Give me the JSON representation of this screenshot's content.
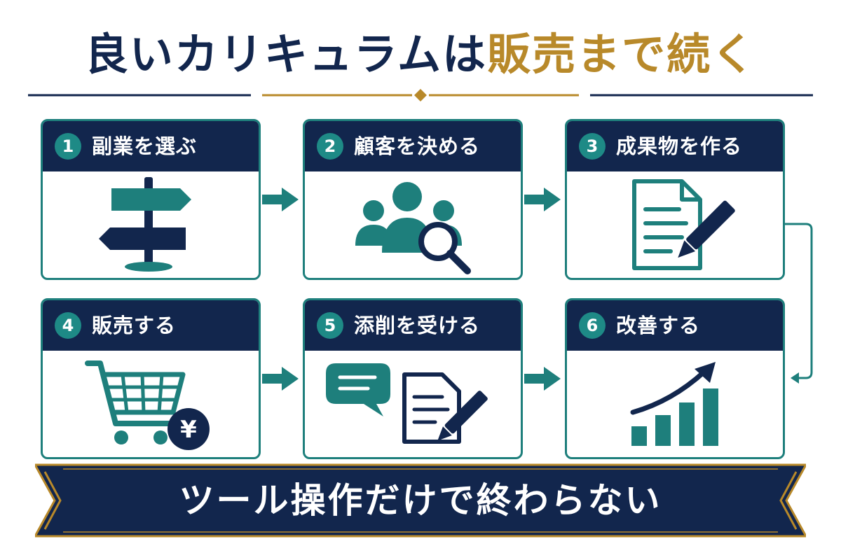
{
  "title": {
    "part1": "良いカリキュラムは",
    "part2": "販売まで続く"
  },
  "colors": {
    "navy": "#12264d",
    "gold": "#b8892a",
    "teal": "#1e7f7c"
  },
  "steps": [
    {
      "number": "1",
      "label": "副業を選ぶ",
      "icon": "signpost-icon"
    },
    {
      "number": "2",
      "label": "顧客を決める",
      "icon": "people-search-icon"
    },
    {
      "number": "3",
      "label": "成果物を作る",
      "icon": "document-pencil-icon"
    },
    {
      "number": "4",
      "label": "販売する",
      "icon": "shopping-cart-yen-icon"
    },
    {
      "number": "5",
      "label": "添削を受ける",
      "icon": "chat-document-icon"
    },
    {
      "number": "6",
      "label": "改善する",
      "icon": "growth-chart-icon"
    }
  ],
  "yen_symbol": "¥",
  "banner": {
    "text": "ツール操作だけで終わらない"
  }
}
